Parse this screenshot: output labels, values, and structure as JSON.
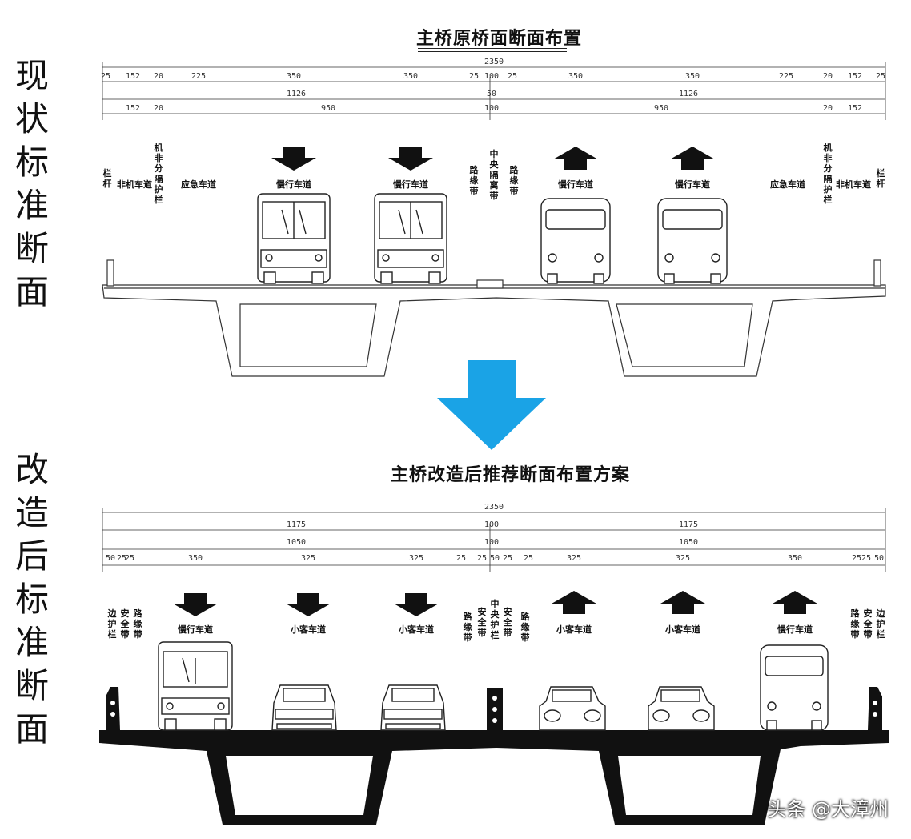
{
  "side_labels": {
    "existing": [
      "现",
      "状",
      "标",
      "准",
      "断",
      "面"
    ],
    "modified": [
      "改",
      "造",
      "后",
      "标",
      "准",
      "断",
      "面"
    ]
  },
  "top": {
    "title": "主桥原桥面断面布置",
    "total": "2350",
    "dims_row1": [
      "25",
      "152",
      "20",
      "225",
      "350",
      "350",
      "25",
      "100",
      "25",
      "350",
      "350",
      "225",
      "20",
      "152",
      "25"
    ],
    "dims_row2": [
      "1126",
      "50",
      "1126"
    ],
    "dims_row3": [
      "152",
      "20",
      "950",
      "100",
      "950",
      "20",
      "152"
    ],
    "labels": {
      "rail_left": [
        "栏",
        "杆"
      ],
      "nonmotor_left": "非机车道",
      "separator_left": [
        "机",
        "非",
        "分",
        "隔",
        "护",
        "栏"
      ],
      "emergency_left": "应急车道",
      "lane1": "慢行车道",
      "lane2": "慢行车道",
      "lane3": "慢行车道",
      "lane4": "慢行车道",
      "curb_left": [
        "路",
        "缘",
        "带"
      ],
      "median": [
        "中",
        "央",
        "隔",
        "离",
        "带"
      ],
      "curb_right": [
        "路",
        "缘",
        "带"
      ],
      "emergency_right": "应急车道",
      "separator_right": [
        "机",
        "非",
        "分",
        "隔",
        "护",
        "栏"
      ],
      "nonmotor_right": "非机车道",
      "rail_right": [
        "栏",
        "杆"
      ]
    }
  },
  "bottom": {
    "title": "主桥改造后推荐断面布置方案",
    "total": "2350",
    "dims_row1": [
      "1175",
      "100",
      "1175"
    ],
    "dims_row2": [
      "1050",
      "100",
      "1050"
    ],
    "dims_row3": [
      "50",
      "25",
      "25",
      "350",
      "325",
      "325",
      "25",
      "25",
      "50",
      "25",
      "25",
      "325",
      "325",
      "350",
      "25",
      "25",
      "50"
    ],
    "labels": {
      "rail_left": [
        "边",
        "护",
        "栏"
      ],
      "safety_left": [
        "安",
        "全",
        "带"
      ],
      "curb_left": [
        "路",
        "缘",
        "带"
      ],
      "lane1": "慢行车道",
      "lane2": "小客车道",
      "lane3": "小客车道",
      "curb_mid_left": [
        "路",
        "缘",
        "带"
      ],
      "safety_mid_left": [
        "安",
        "全",
        "带"
      ],
      "median": [
        "中",
        "央",
        "护",
        "栏"
      ],
      "safety_mid_right": [
        "安",
        "全",
        "带"
      ],
      "curb_mid_right": [
        "路",
        "缘",
        "带"
      ],
      "lane4": "小客车道",
      "lane5": "小客车道",
      "lane6": "慢行车道",
      "curb_right": [
        "路",
        "缘",
        "带"
      ],
      "safety_right": [
        "安",
        "全",
        "带"
      ],
      "rail_right": [
        "边",
        "护",
        "栏"
      ]
    }
  },
  "colors": {
    "arrow": "#1aa3e6",
    "ink": "#111111"
  },
  "watermark": "头条 @大漳州"
}
